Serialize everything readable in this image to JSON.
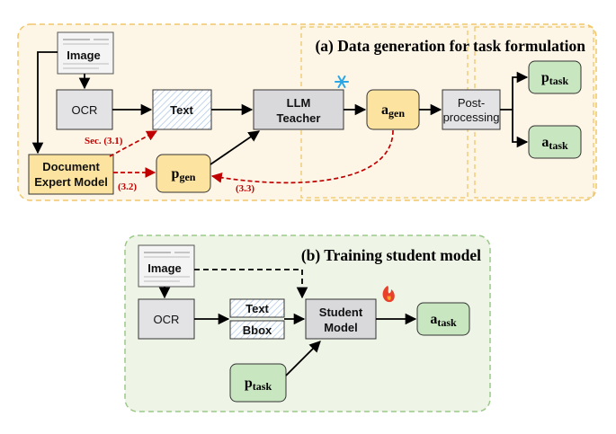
{
  "panel_a": {
    "title": "(a) Data generation for task formulation",
    "image": "Image",
    "ocr": "OCR",
    "text": "Text",
    "llm_line1": "LLM",
    "llm_line2": "Teacher",
    "doc_line1": "Document",
    "doc_line2": "Expert Model",
    "p_gen_main": "p",
    "p_gen_sub": "gen",
    "a_gen_main": "a",
    "a_gen_sub": "gen",
    "post_line1": "Post-",
    "post_line2": "processing",
    "p_task_main": "p",
    "p_task_sub": "task",
    "a_task_main": "a",
    "a_task_sub": "task",
    "sec_31": "Sec. (3.1)",
    "sec_32": "(3.2)",
    "sec_33": "(3.3)"
  },
  "panel_b": {
    "title": "(b) Training student model",
    "image": "Image",
    "ocr": "OCR",
    "text": "Text",
    "bbox": "Bbox",
    "student_line1": "Student",
    "student_line2": "Model",
    "a_task_main": "a",
    "a_task_sub": "task",
    "p_task_main": "p",
    "p_task_sub": "task"
  },
  "colors": {
    "panel_a_bg": "#fdf6e6",
    "panel_a_border": "#f0c56a",
    "panel_b_bg": "#eef4e6",
    "panel_b_border": "#9cc98a",
    "gray_box": "#e3e3e6",
    "yellow_box": "#fde3a0",
    "green_box": "#c8e6c0",
    "red_arrow": "#c00000",
    "snowflake": "#2aa6e6",
    "flame": "#e8402a"
  },
  "icons": [
    "snowflake-icon",
    "flame-icon",
    "document-thumbnail"
  ]
}
